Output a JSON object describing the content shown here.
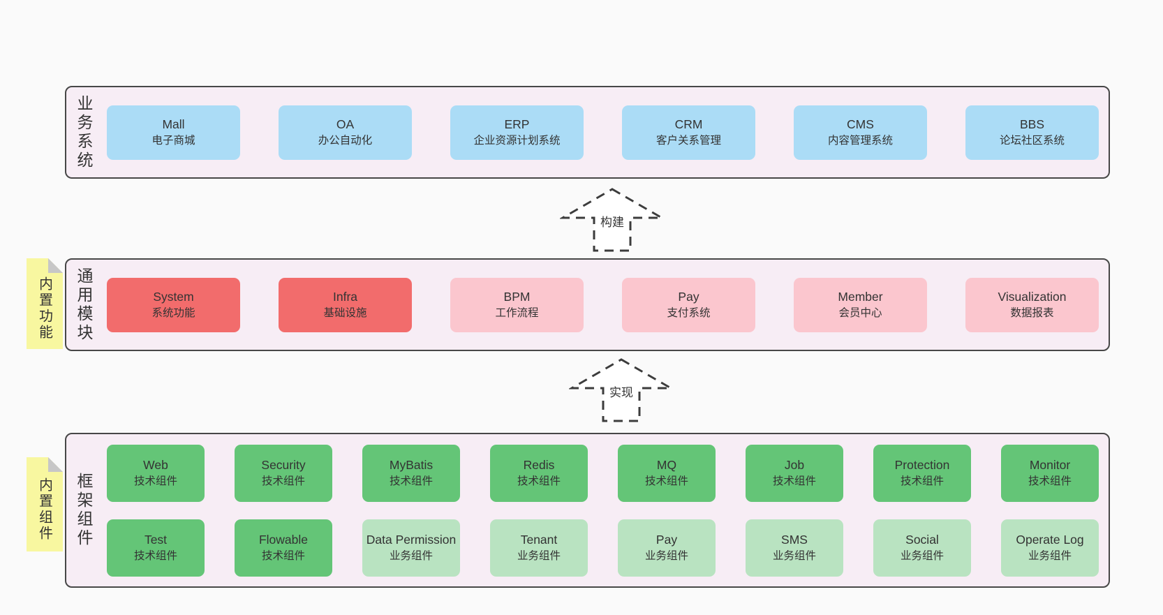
{
  "colors": {
    "page_bg": "#fafafa",
    "section_bg": "#f7edf5",
    "section_border": "#474747",
    "blue": "#abdcf6",
    "red": "#f26c6c",
    "pink": "#fbc6ce",
    "green": "#64c577",
    "lightgreen": "#b9e3c1",
    "sticky_yellow": "#f8f7a0",
    "fold_gray": "#c7c7c7",
    "arrow_stroke": "#3c3c3c",
    "text": "#333333"
  },
  "sections": [
    {
      "label": "业务系统",
      "boxes": [
        {
          "en": "Mall",
          "zh": "电子商城"
        },
        {
          "en": "OA",
          "zh": "办公自动化"
        },
        {
          "en": "ERP",
          "zh": "企业资源计划系统"
        },
        {
          "en": "CRM",
          "zh": "客户关系管理"
        },
        {
          "en": "CMS",
          "zh": "内容管理系统"
        },
        {
          "en": "BBS",
          "zh": "论坛社区系统"
        }
      ]
    },
    {
      "label": "通用模块",
      "sticky": "内置功能",
      "boxes": [
        {
          "en": "System",
          "zh": "系统功能"
        },
        {
          "en": "Infra",
          "zh": "基础设施"
        },
        {
          "en": "BPM",
          "zh": "工作流程"
        },
        {
          "en": "Pay",
          "zh": "支付系统"
        },
        {
          "en": "Member",
          "zh": "会员中心"
        },
        {
          "en": "Visualization",
          "zh": "数据报表"
        }
      ]
    },
    {
      "label": "框架组件",
      "sticky": "内置组件",
      "rows": [
        [
          {
            "en": "Web",
            "zh": "技术组件"
          },
          {
            "en": "Security",
            "zh": "技术组件"
          },
          {
            "en": "MyBatis",
            "zh": "技术组件"
          },
          {
            "en": "Redis",
            "zh": "技术组件"
          },
          {
            "en": "MQ",
            "zh": "技术组件"
          },
          {
            "en": "Job",
            "zh": "技术组件"
          },
          {
            "en": "Protection",
            "zh": "技术组件"
          },
          {
            "en": "Monitor",
            "zh": "技术组件"
          }
        ],
        [
          {
            "en": "Test",
            "zh": "技术组件"
          },
          {
            "en": "Flowable",
            "zh": "技术组件"
          },
          {
            "en": "Data Permission",
            "zh": "业务组件"
          },
          {
            "en": "Tenant",
            "zh": "业务组件"
          },
          {
            "en": "Pay",
            "zh": "业务组件"
          },
          {
            "en": "SMS",
            "zh": "业务组件"
          },
          {
            "en": "Social",
            "zh": "业务组件"
          },
          {
            "en": "Operate Log",
            "zh": "业务组件"
          }
        ]
      ]
    }
  ],
  "arrows": [
    {
      "label": "构建"
    },
    {
      "label": "实现"
    }
  ]
}
